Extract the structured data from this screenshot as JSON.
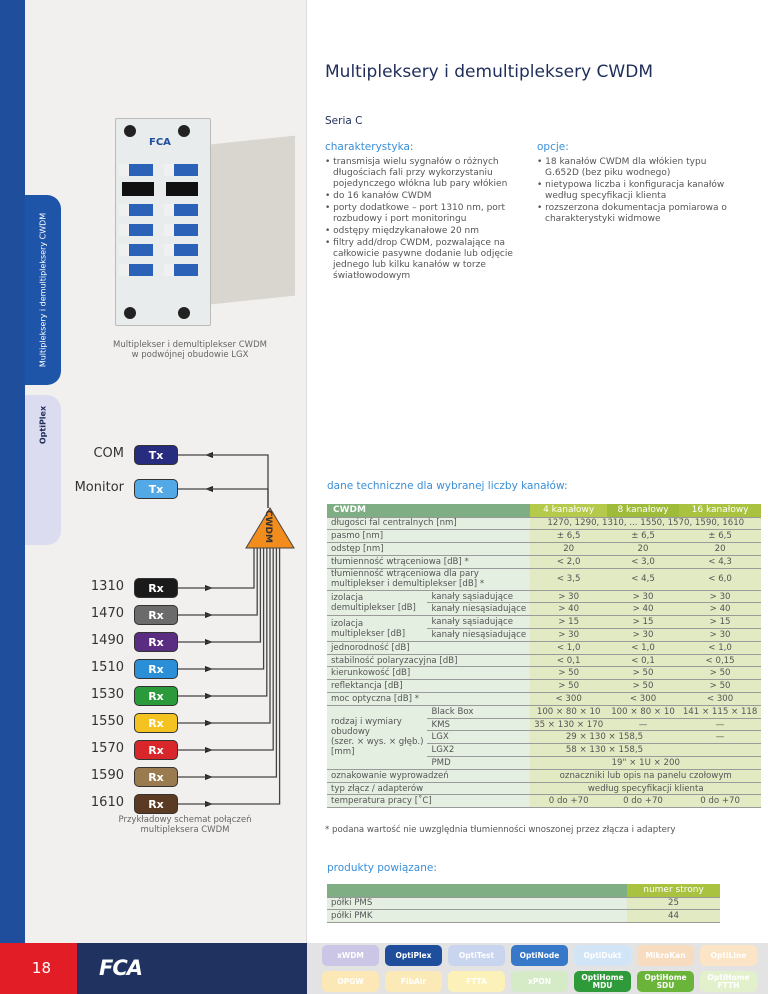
{
  "side": {
    "section_label": "Multipleksery i demultipleksery CWDM",
    "tab_label": "OptiPlex"
  },
  "photo": {
    "caption_line1": "Multiplekser i demultiplekser CWDM",
    "caption_line2": "w podwójnej obudowie LGX",
    "logo": "FCA"
  },
  "title": "Multipleksery i demultipleksery CWDM",
  "series": "Seria C",
  "features": {
    "heading": "charakterystyka:",
    "items": [
      "transmisja wielu sygnałów o różnych długościach fali przy wykorzystaniu pojedynczego włókna lub pary włókien",
      "do 16 kanałów CWDM",
      "porty dodatkowe – port 1310 nm, port rozbudowy i port monitoringu",
      "odstępy międzykanałowe 20 nm",
      "filtry add/drop CWDM, pozwalające na całkowicie pasywne dodanie lub odjęcie jednego lub kilku kanałów w torze światłowodowym"
    ]
  },
  "options": {
    "heading": "opcje:",
    "items": [
      "18 kanałów CWDM dla włókien typu G.652D (bez piku wodnego)",
      "nietypowa liczba i konfiguracja kanałów według specyfikacji klienta",
      "rozszerzona dokumentacja pomiarowa o charakterystyki widmowe"
    ]
  },
  "diagram": {
    "mux_label": "CWDM",
    "caption_line1": "Przykładowy schemat połączeń",
    "caption_line2": "multipleksera CWDM",
    "ports": [
      {
        "label": "COM",
        "type": "Tx",
        "color": "#272c7f"
      },
      {
        "label": "Monitor",
        "type": "Tx",
        "color": "#52a9e6"
      },
      {
        "label": "1310",
        "type": "Rx",
        "color": "#1a1a1a"
      },
      {
        "label": "1470",
        "type": "Rx",
        "color": "#6b6b6b"
      },
      {
        "label": "1490",
        "type": "Rx",
        "color": "#5a2d82"
      },
      {
        "label": "1510",
        "type": "Rx",
        "color": "#2a8fd6"
      },
      {
        "label": "1530",
        "type": "Rx",
        "color": "#2a9a3a"
      },
      {
        "label": "1550",
        "type": "Rx",
        "color": "#f4c320"
      },
      {
        "label": "1570",
        "type": "Rx",
        "color": "#d8262b"
      },
      {
        "label": "1590",
        "type": "Rx",
        "color": "#9a7b4f"
      },
      {
        "label": "1610",
        "type": "Rx",
        "color": "#5a3a22"
      }
    ]
  },
  "specs": {
    "heading": "dane techniczne dla wybranej liczby kanałów:",
    "header": [
      "CWDM",
      "4 kanałowy",
      "8 kanałowy",
      "16 kanałowy"
    ],
    "r1": [
      "długości fal centralnych [nm]",
      "1270, 1290, 1310, ... 1550, 1570, 1590, 1610"
    ],
    "r2": [
      "pasmo [nm]",
      "± 6,5",
      "± 6,5",
      "± 6,5"
    ],
    "r3": [
      "odstęp [nm]",
      "20",
      "20",
      "20"
    ],
    "r4": [
      "tłumienność wtrąceniowa [dB] *",
      "< 2,0",
      "< 3,0",
      "< 4,3"
    ],
    "r5": [
      "tłumienność wtrąceniowa dla pary",
      "multiplekser i demultiplekser [dB] *",
      "< 3,5",
      "< 4,5",
      "< 6,0"
    ],
    "iso_d": [
      "izolacja",
      "demultiplekser [dB]"
    ],
    "r6": [
      "kanały sąsiadujące",
      "> 30",
      "> 30",
      "> 30"
    ],
    "r7": [
      "kanały niesąsiadujące",
      "> 40",
      "> 40",
      "> 40"
    ],
    "iso_m": [
      "izolacja",
      "multiplekser [dB]"
    ],
    "r8": [
      "kanały sąsiadujące",
      "> 15",
      "> 15",
      "> 15"
    ],
    "r9": [
      "kanały niesąsiadujące",
      "> 30",
      "> 30",
      "> 30"
    ],
    "r10": [
      "jednorodność [dB]",
      "< 1,0",
      "< 1,0",
      "< 1,0"
    ],
    "r11": [
      "stabilność polaryzacyjna [dB]",
      "< 0,1",
      "< 0,1",
      "< 0,15"
    ],
    "r12": [
      "kierunkowość [dB]",
      "> 50",
      "> 50",
      "> 50"
    ],
    "r13": [
      "reflektancja [dB]",
      "> 50",
      "> 50",
      "> 50"
    ],
    "r14": [
      "moc optyczna [dB] *",
      "< 300",
      "< 300",
      "< 300"
    ],
    "housing": [
      "rodzaj i wymiary",
      "obudowy",
      "(szer. × wys. × głęb.)",
      "[mm]"
    ],
    "bb": [
      "Black Box",
      "100 × 80 × 10",
      "100 × 80 × 10",
      "141 × 115 × 118"
    ],
    "kms": [
      "KMS",
      "35 × 130 × 170",
      "—",
      "—"
    ],
    "lgx": [
      "LGX",
      "29 × 130 × 158,5",
      "—"
    ],
    "lgx2": [
      "LGX2",
      "58 × 130 × 158,5"
    ],
    "pmd": [
      "PMD",
      "19\" × 1U × 200"
    ],
    "r20": [
      "oznakowanie wyprowadzeń",
      "oznaczniki lub opis na panelu czołowym"
    ],
    "r21": [
      "typ złącz / adapterów",
      "według specyfikacji klienta"
    ],
    "r22": [
      "temperatura pracy [˚C]",
      "0 do +70",
      "0 do +70",
      "0 do +70"
    ],
    "footnote": "* podana wartość nie uwzględnia tłumienności wnoszonej przez złącza i adaptery"
  },
  "related": {
    "heading": "produkty powiązane:",
    "col": "numer strony",
    "rows": [
      [
        "półki PMS",
        "25"
      ],
      [
        "półki PMK",
        "44"
      ]
    ]
  },
  "footer": {
    "page": "18",
    "logo": "FCA",
    "pills": [
      {
        "label": "xWDM",
        "bg": "#cbc6e6"
      },
      {
        "label": "OptiPlex",
        "bg": "#1f4e9c"
      },
      {
        "label": "OptiTest",
        "bg": "#c9d5ee"
      },
      {
        "label": "OptiNode",
        "bg": "#3878c8"
      },
      {
        "label": "OptiDukt",
        "bg": "#d2e5f7"
      },
      {
        "label": "MikroKan",
        "bg": "#f8dcc0"
      },
      {
        "label": "OptiLine",
        "bg": "#fbe5c6"
      },
      {
        "label": "OPGW",
        "bg": "#fbe8b6"
      },
      {
        "label": "FibAir",
        "bg": "#fbeab8"
      },
      {
        "label": "FTTA",
        "bg": "#fcf1b8"
      },
      {
        "label": "xPON",
        "bg": "#d5ebc8"
      },
      {
        "label": "OptiHome MDU",
        "bg": "#2f9a3a"
      },
      {
        "label": "OptiHome SDU",
        "bg": "#6ab43a"
      },
      {
        "label": "OptiHome FTTH",
        "bg": "#e2f1cc"
      }
    ]
  }
}
